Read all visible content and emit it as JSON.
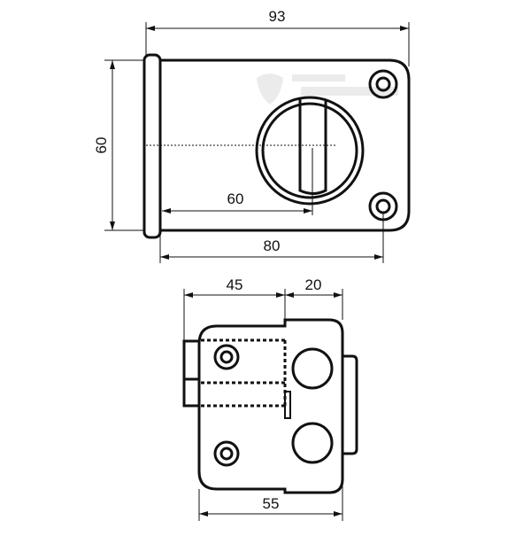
{
  "top_view": {
    "dim_overall_width": "93",
    "dim_height": "60",
    "dim_to_knob_center": "60",
    "dim_to_screw": "80"
  },
  "side_view": {
    "dim_left_part": "45",
    "dim_right_part": "20",
    "dim_depth": "55"
  },
  "colors": {
    "line": "#111111",
    "background": "#ffffff"
  }
}
